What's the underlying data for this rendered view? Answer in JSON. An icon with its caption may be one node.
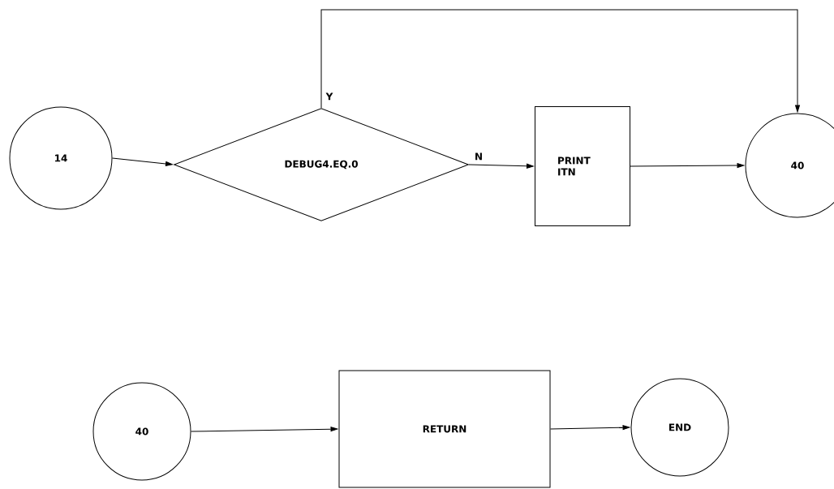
{
  "diagram": {
    "nodes": [
      {
        "text": [
          "14"
        ]
      },
      {
        "text": [
          "DEBUG4.EQ.0"
        ]
      },
      {
        "text": [
          "PRINT ITN"
        ]
      },
      {
        "text": [
          "40"
        ]
      },
      {
        "text": [
          "40"
        ]
      },
      {
        "text": [
          "RETURN"
        ]
      },
      {
        "text": [
          "END"
        ]
      }
    ],
    "edges": [
      {
        "from": 0,
        "to": 1,
        "arrow": "to"
      },
      {
        "from": 1,
        "to": 2,
        "arrow": "to",
        "label": "N"
      },
      {
        "from": 1,
        "to": 3,
        "arrow": "to",
        "label": "Y"
      },
      {
        "from": 2,
        "to": 3,
        "arrow": "to"
      },
      {
        "from": 4,
        "to": 5,
        "arrow": "to"
      },
      {
        "from": 5,
        "to": 6,
        "arrow": "to"
      }
    ]
  }
}
